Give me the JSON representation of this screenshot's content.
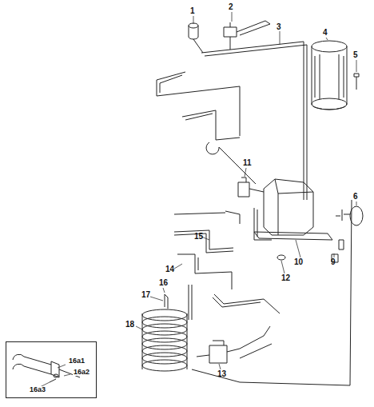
{
  "diagram": {
    "nodes": [
      {
        "text": [
          "16a1",
          "16a2",
          "16a3"
        ]
      }
    ],
    "labels": [
      "1",
      "2",
      "3",
      "4",
      "5",
      "6",
      "9",
      "10",
      "11",
      "12",
      "13",
      "14",
      "15",
      "16",
      "17",
      "18"
    ]
  }
}
